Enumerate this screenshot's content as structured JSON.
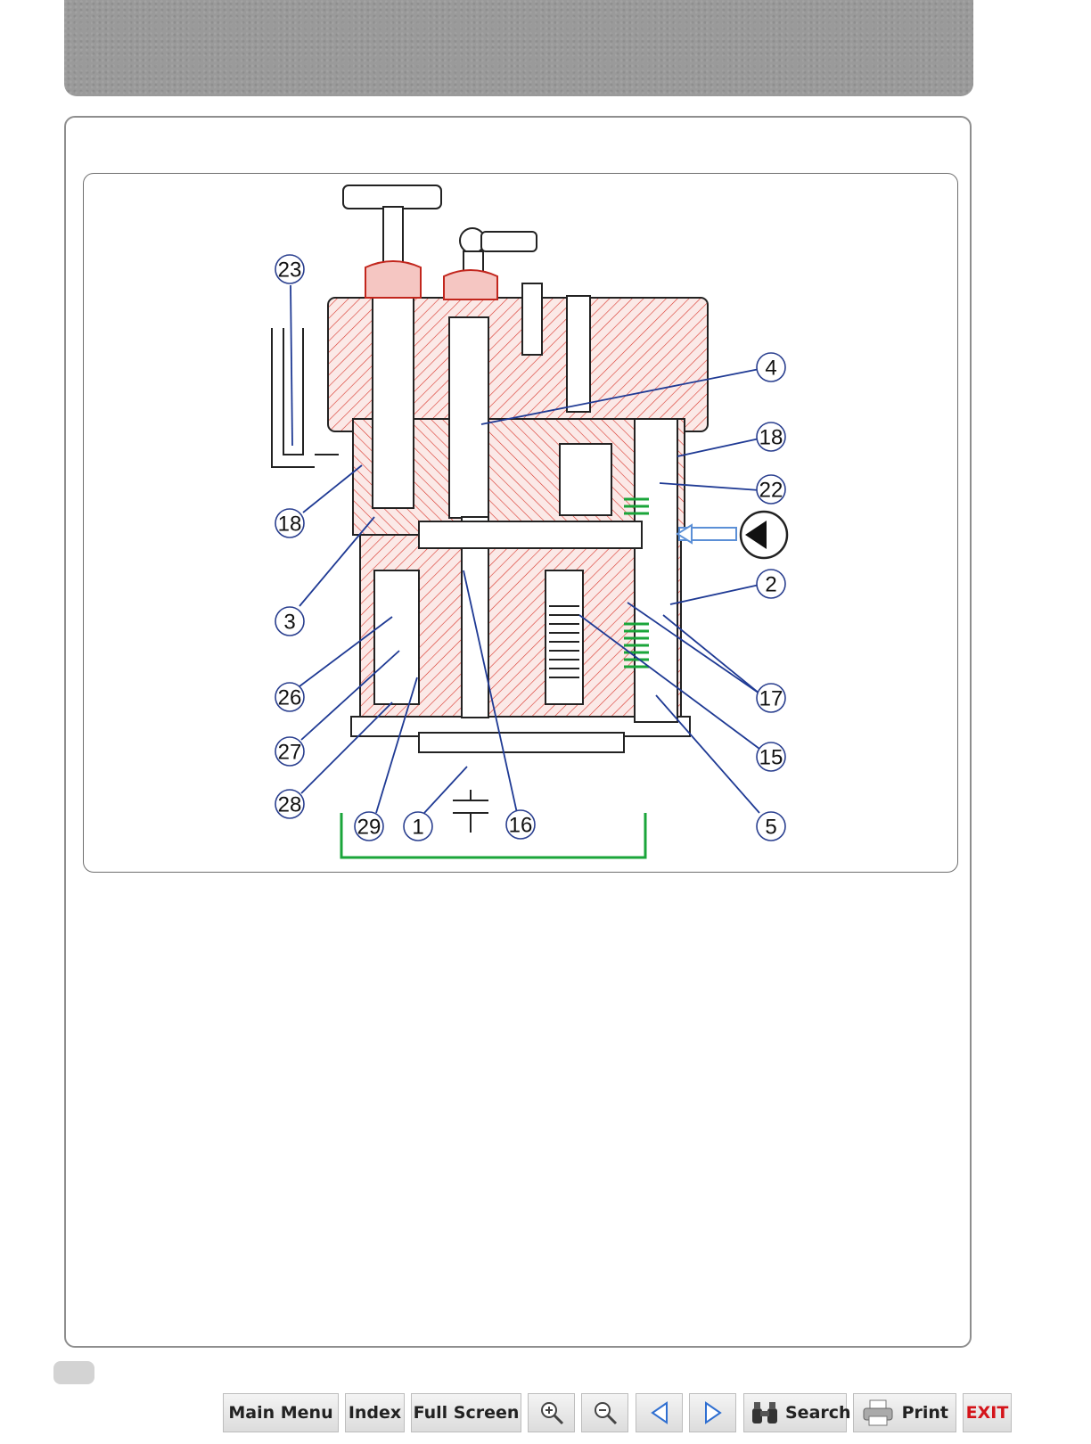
{
  "figure": {
    "callouts": {
      "c23": "23",
      "c18_left": "18",
      "c3": "3",
      "c26": "26",
      "c27": "27",
      "c28": "28",
      "c29": "29",
      "c1": "1",
      "c16": "16",
      "c4": "4",
      "c18_right": "18",
      "c22": "22",
      "c2": "2",
      "c17": "17",
      "c15": "15",
      "c5": "5"
    }
  },
  "toolbar": {
    "main_menu": "Main Menu",
    "index": "Index",
    "full_screen": "Full Screen",
    "zoom_in_icon": "zoom-in-icon",
    "zoom_out_icon": "zoom-out-icon",
    "prev_icon": "previous-page-icon",
    "next_icon": "next-page-icon",
    "search": "Search",
    "print": "Print",
    "exit": "EXIT"
  },
  "colors": {
    "hatch": "#d9352b",
    "leader": "#1f3a94",
    "flow": "#5b8fd6",
    "spring": "#1aa53a",
    "exit": "#d4141a"
  }
}
